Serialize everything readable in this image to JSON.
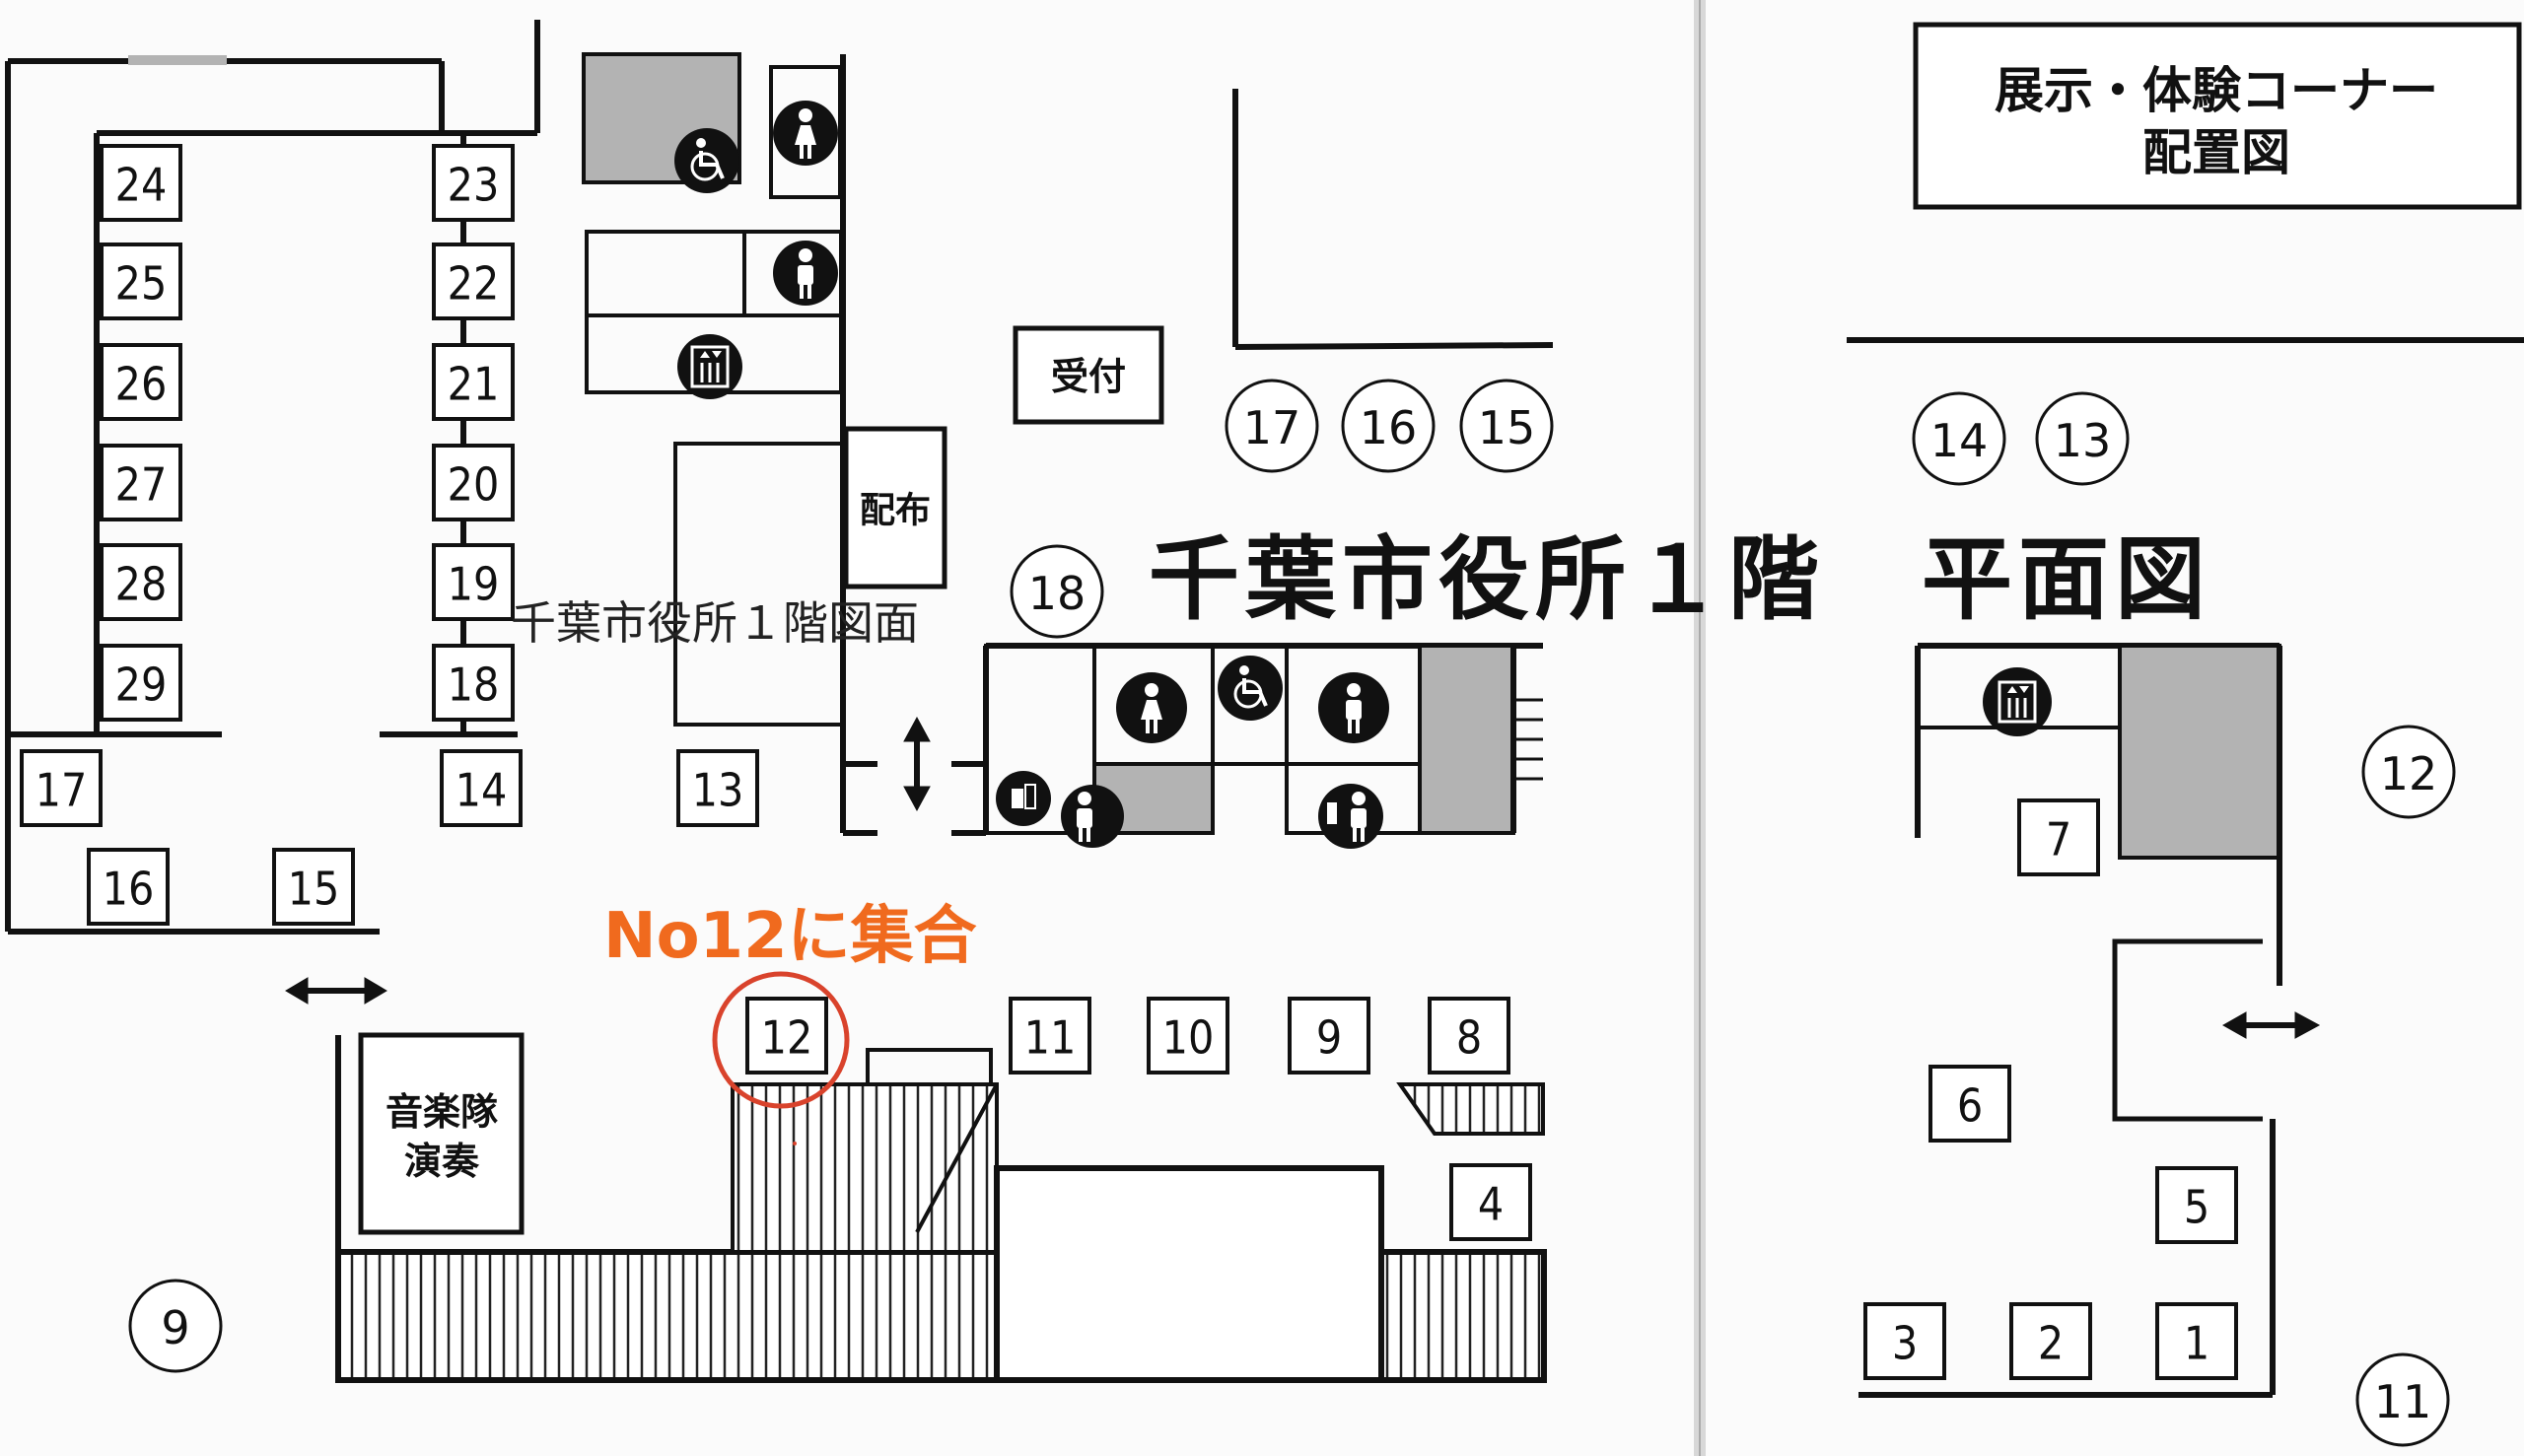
{
  "title_box": {
    "line1": "展示・体験コーナー",
    "line2": "配置図"
  },
  "main_title": "千葉市役所１階　平面図",
  "sub_title": "千葉市役所１階図面",
  "meeting_note": "No12に集合",
  "labels": {
    "reception": "受付",
    "distribution": "配布",
    "music_line1": "音楽隊",
    "music_line2": "演奏"
  },
  "left_booths": [
    "24",
    "25",
    "26",
    "27",
    "28",
    "29",
    "23",
    "22",
    "21",
    "20",
    "19",
    "18",
    "17",
    "14",
    "16",
    "15",
    "13"
  ],
  "center_booths": [
    "12",
    "11",
    "10",
    "9",
    "8",
    "4"
  ],
  "right_booths": [
    "7",
    "6",
    "5",
    "3",
    "2",
    "1"
  ],
  "circle_numbers": [
    "17",
    "16",
    "15",
    "14",
    "13",
    "18",
    "12",
    "9",
    "11"
  ],
  "colors": {
    "accent_orange": "#f06a1e",
    "ring_red": "#d9432c",
    "gray_fill": "#b3b3b3",
    "ink": "#111111"
  },
  "icons": [
    "wheelchair-icon",
    "female-toilet-icon",
    "male-toilet-icon",
    "elevator-icon",
    "baby-care-icon",
    "ostomate-icon",
    "double-arrow-icon"
  ]
}
